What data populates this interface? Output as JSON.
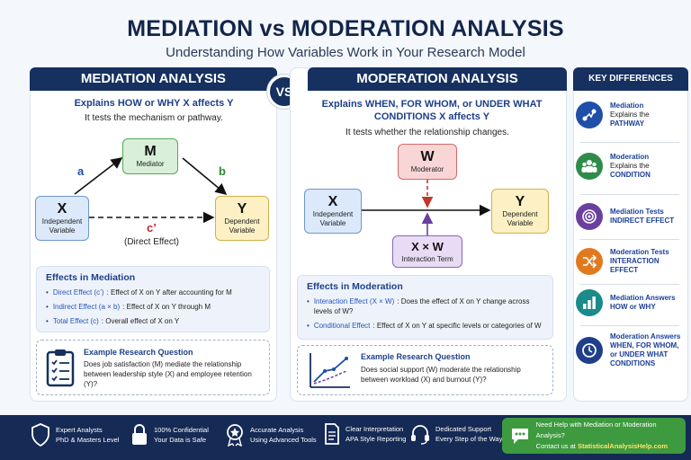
{
  "title": "MEDIATION vs MODERATION ANALYSIS",
  "subtitle": "Understanding How Variables Work in Your Research Model",
  "vs": "VS",
  "mediation": {
    "header": "MEDIATION ANALYSIS",
    "question": "Explains HOW or WHY X affects Y",
    "subtext": "It tests the mechanism or pathway.",
    "nodes": {
      "x": {
        "letter": "X",
        "label": "Independent Variable"
      },
      "m": {
        "letter": "M",
        "label": "Mediator"
      },
      "y": {
        "letter": "Y",
        "label": "Dependent Variable"
      }
    },
    "path_a": "a",
    "path_b": "b",
    "path_c": "c’",
    "direct_effect_label": "(Direct Effect)",
    "effects_title": "Effects in Mediation",
    "effects": [
      {
        "label": "Direct Effect (c’)",
        "text": ": Effect of X on Y after accounting for M"
      },
      {
        "label": "Indirect Effect (a × b)",
        "text": ": Effect of X on Y through M"
      },
      {
        "label": "Total Effect (c)",
        "text": ": Overall effect of X on Y"
      }
    ],
    "example_title": "Example Research Question",
    "example_text": "Does job satisfaction (M) mediate the relationship between leadership style (X) and employee retention (Y)?"
  },
  "moderation": {
    "header": "MODERATION ANALYSIS",
    "question": "Explains WHEN, FOR WHOM, or UNDER WHAT CONDITIONS X affects Y",
    "subtext": "It tests whether the relationship changes.",
    "nodes": {
      "x": {
        "letter": "X",
        "label": "Independent Variable"
      },
      "w": {
        "letter": "W",
        "label": "Moderator"
      },
      "y": {
        "letter": "Y",
        "label": "Dependent Variable"
      },
      "xw": {
        "letter": "X × W",
        "label": "Interaction Term"
      }
    },
    "effects_title": "Effects in Moderation",
    "effects": [
      {
        "label": "Interaction Effect (X × W)",
        "text": ": Does the effect of X on Y change across levels of W?"
      },
      {
        "label": "Conditional Effect",
        "text": ": Effect of X on Y at specific levels or categories of W"
      }
    ],
    "example_title": "Example Research Question",
    "example_text": "Does social support (W) moderate the relationship between workload (X) and burnout (Y)?"
  },
  "key_differences": {
    "header": "KEY DIFFERENCES",
    "items": [
      {
        "line1": "Mediation",
        "line2": "Explains the",
        "line3": "PATHWAY",
        "icon": "pathway-icon",
        "color": "#1f4fa8"
      },
      {
        "line1": "Moderation",
        "line2": "Explains the",
        "line3": "CONDITION",
        "icon": "group-icon",
        "color": "#2e8b4a"
      },
      {
        "line1": "Mediation Tests",
        "line2": "INDIRECT EFFECT",
        "line3": "",
        "icon": "target-icon",
        "color": "#6a3fa0"
      },
      {
        "line1": "Moderation Tests",
        "line2": "INTERACTION EFFECT",
        "line3": "",
        "icon": "shuffle-icon",
        "color": "#e07a1f"
      },
      {
        "line1": "Mediation Answers",
        "line2": "HOW or WHY",
        "line3": "",
        "icon": "bar-chart-icon",
        "color": "#1a8a8a"
      },
      {
        "line1": "Moderation Answers",
        "line2": "WHEN, FOR WHOM,",
        "line3": "or UNDER WHAT CONDITIONS",
        "icon": "clock-icon",
        "color": "#1f3f8a"
      }
    ]
  },
  "footer": {
    "items": [
      {
        "line1": "Expert Analysts",
        "line2": "PhD & Masters Level"
      },
      {
        "line1": "100% Confidential",
        "line2": "Your Data is Safe"
      },
      {
        "line1": "Accurate Analysis",
        "line2": "Using Advanced Tools"
      },
      {
        "line1": "Clear Interpretation",
        "line2": "APA Style Reporting"
      },
      {
        "line1": "Dedicated Support",
        "line2": "Every Step of the Way"
      }
    ],
    "cta_line1": "Need Help with Mediation or Moderation Analysis?",
    "cta_prefix": "Contact us at",
    "cta_link": "StatisticalAnalysisHelp.com"
  },
  "colors": {
    "navy": "#16305f",
    "mediator_fill": "#d9efd9",
    "moderator_fill": "#f8d6d6",
    "xy_fill": "#dbe9fb",
    "y_fill": "#fdf0c4",
    "interaction_fill": "#e7dcf4",
    "cta_green": "#3e9a3f"
  }
}
